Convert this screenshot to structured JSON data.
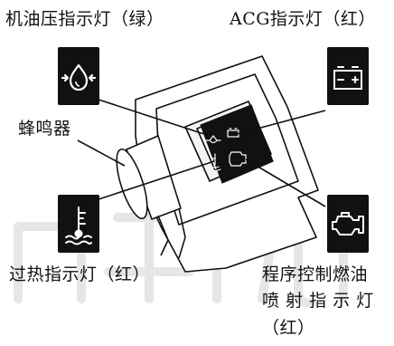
{
  "labels": {
    "oil_pressure": "机油压指示灯（绿）",
    "acg": "ACG指示灯（红）",
    "buzzer": "蜂鸣器",
    "overheat": "过热指示灯（红）",
    "pgmfi_line1": "程序控制燃油",
    "pgmfi_line2": "喷 射 指 示 灯",
    "pgmfi_line3": "（红）"
  },
  "watermark": "力",
  "icons": {
    "oil_pressure": "oil-can-icon",
    "acg": "battery-icon",
    "overheat": "coolant-temperature-icon",
    "pgmfi": "engine-check-icon"
  },
  "colors": {
    "ink": "#111111",
    "icon_bg": "#111111",
    "icon_fg": "#ffffff",
    "watermark": "#e8e8e8"
  }
}
